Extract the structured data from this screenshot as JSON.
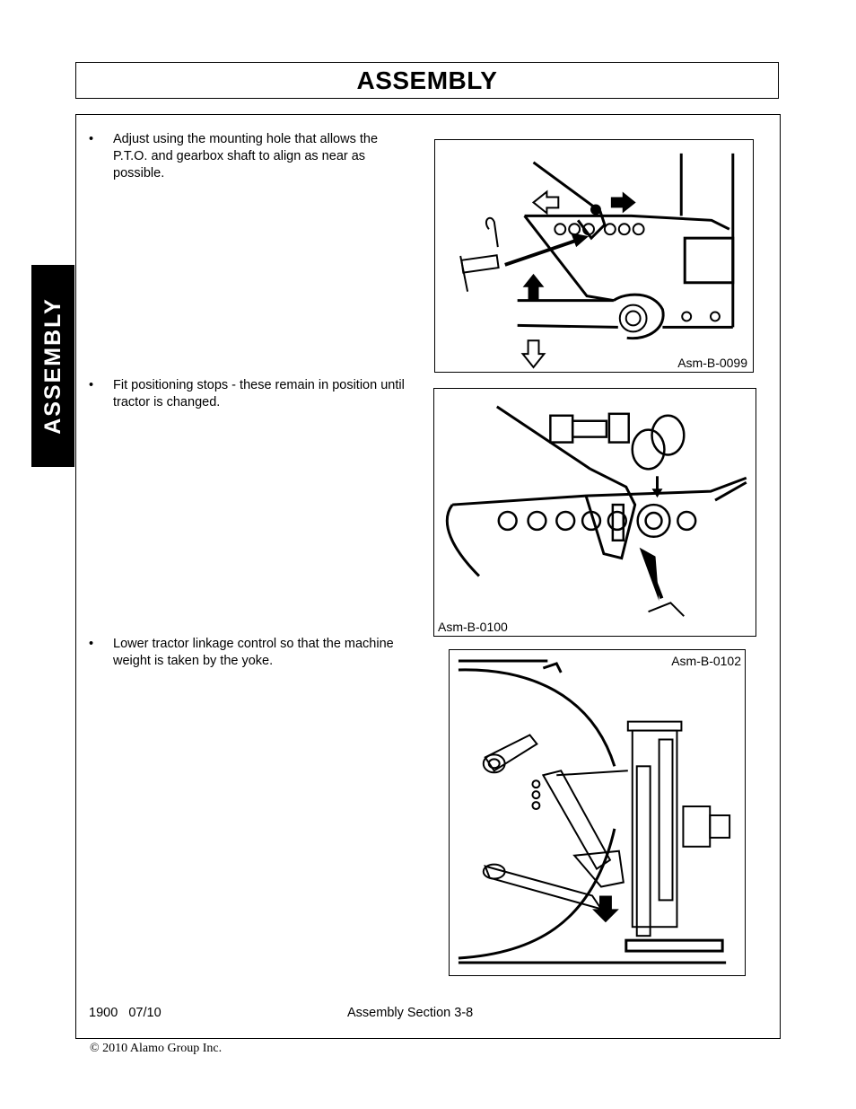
{
  "header": {
    "title": "ASSEMBLY"
  },
  "side_tab": {
    "label": "ASSEMBLY"
  },
  "bullets": [
    {
      "marker": "•",
      "text": "Adjust using the mounting hole that allows the P.T.O. and gearbox shaft to align as near as possible."
    },
    {
      "marker": "•",
      "text": "Fit positioning stops - these remain in position until tractor is changed."
    },
    {
      "marker": "•",
      "text": "Lower tractor linkage control so that the machine weight is taken by the yoke."
    }
  ],
  "figures": [
    {
      "label": "Asm-B-0099"
    },
    {
      "label": "Asm-B-0100"
    },
    {
      "label": "Asm-B-0102"
    }
  ],
  "footer": {
    "model_date": "1900   07/10",
    "section": "Assembly Section 3-8"
  },
  "copyright": "© 2010 Alamo Group Inc."
}
